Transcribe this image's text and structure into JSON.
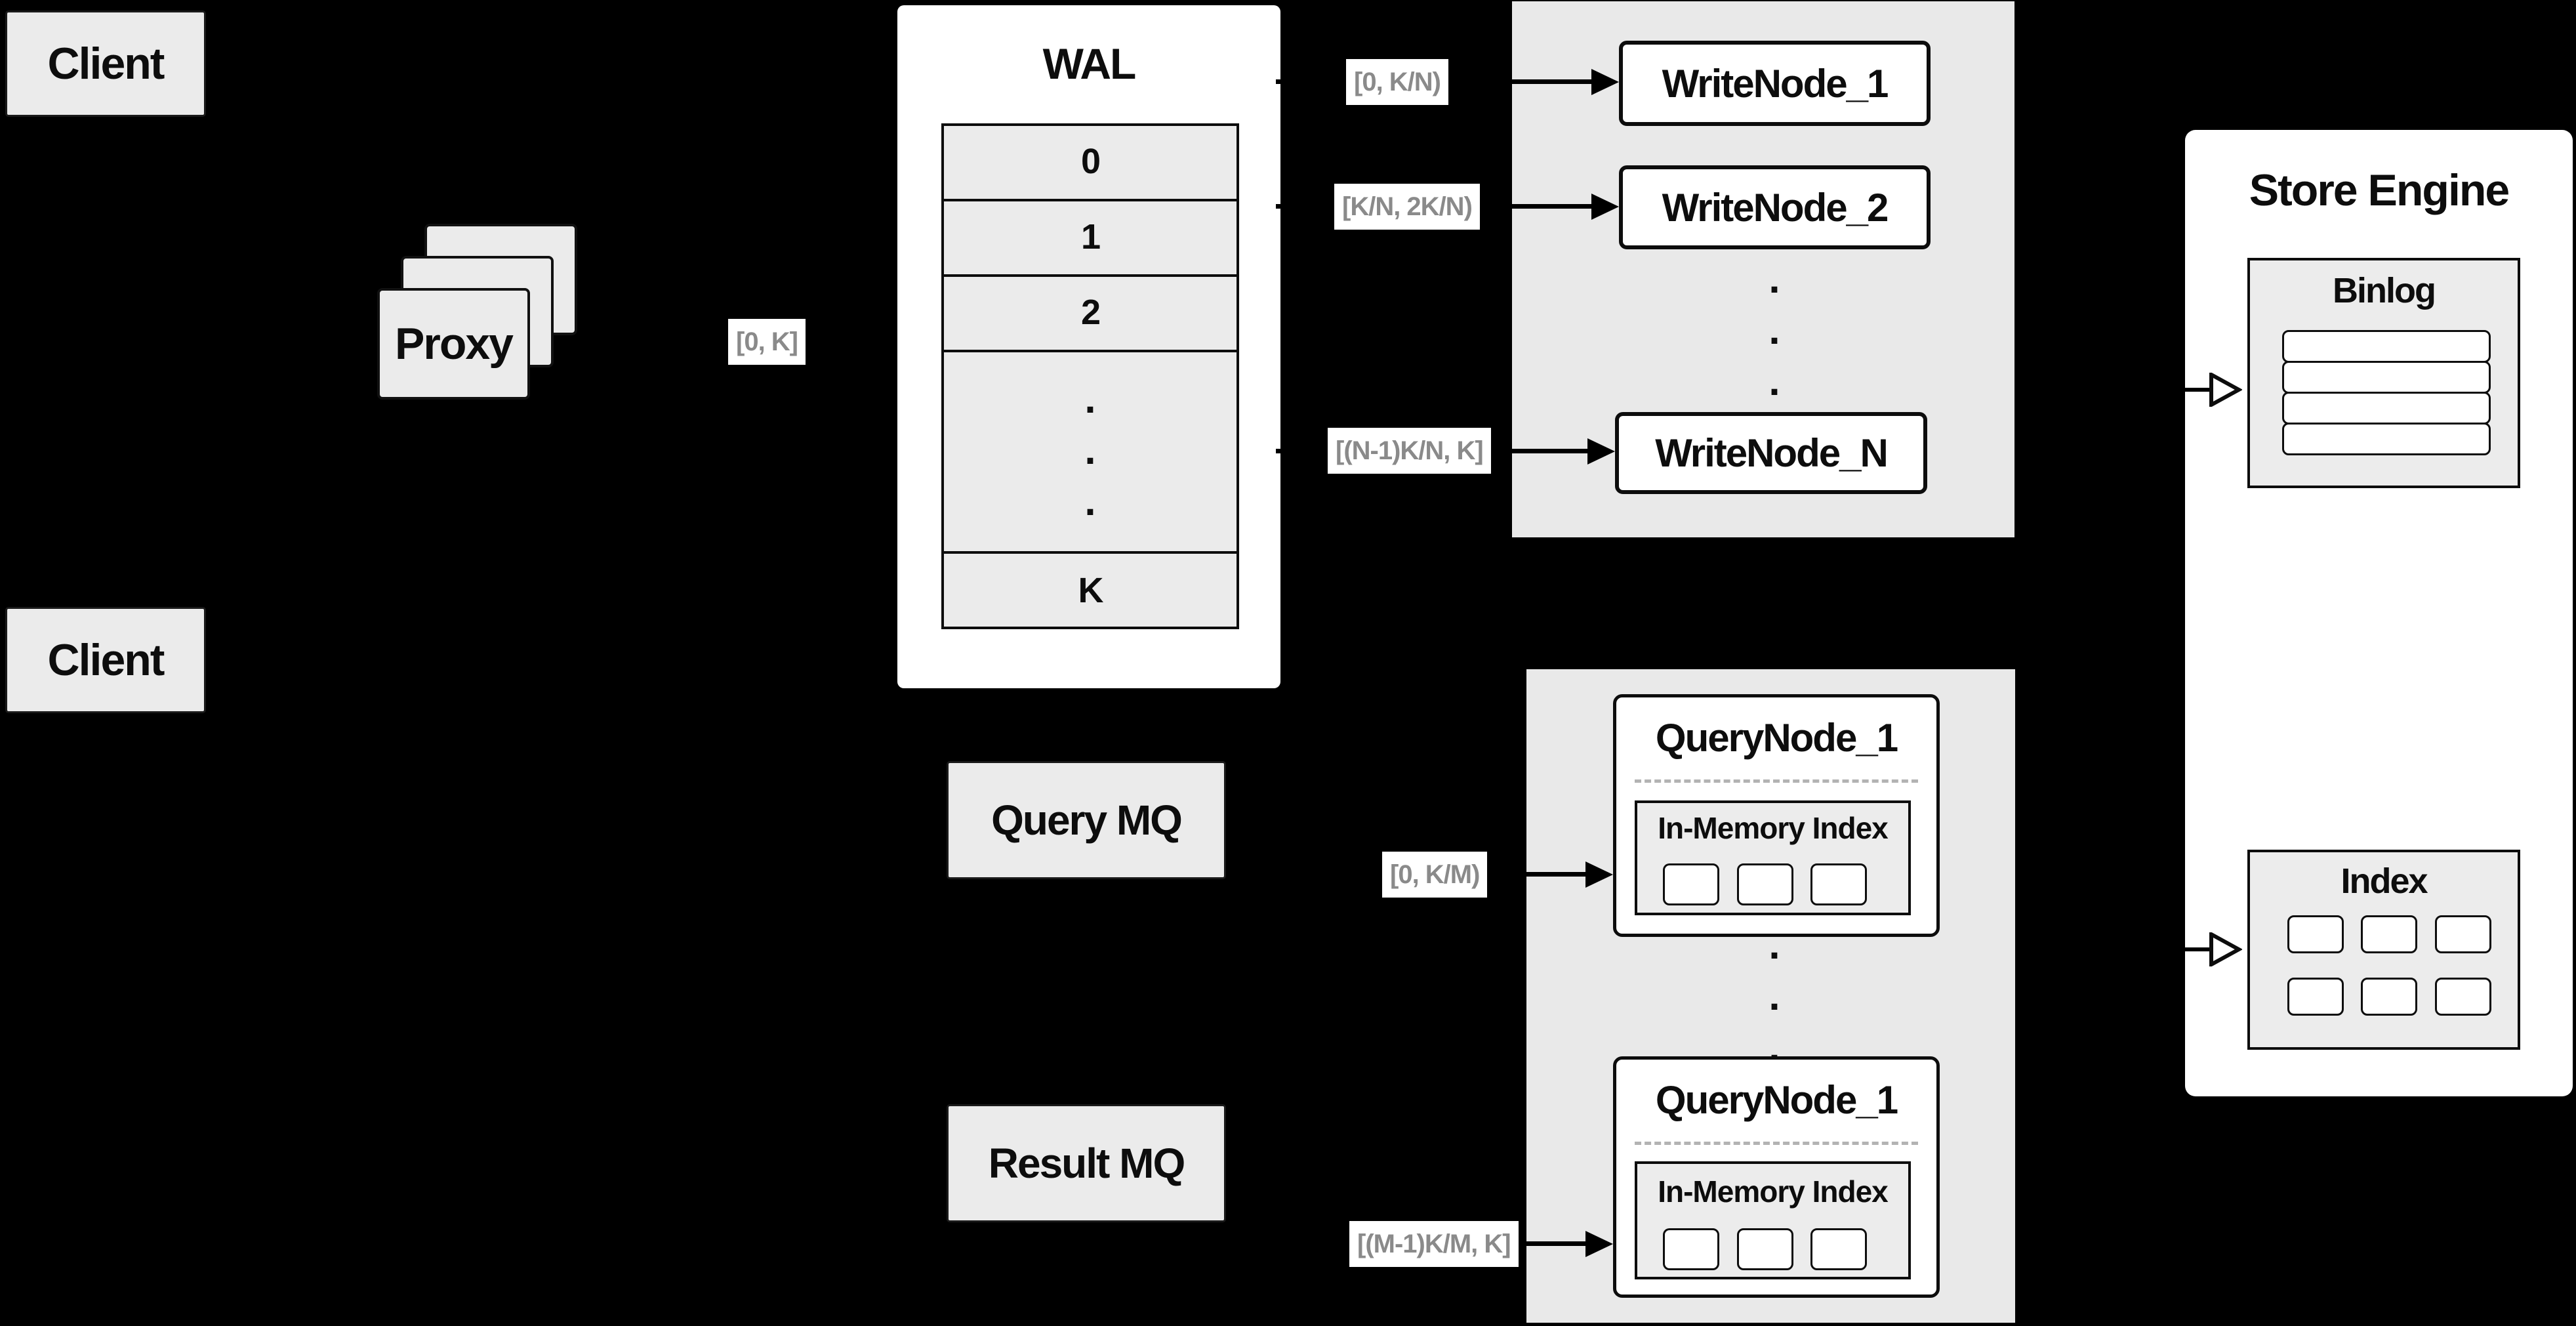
{
  "clients": {
    "top_label": "Client",
    "bottom_label": "Client"
  },
  "proxy": {
    "label": "Proxy",
    "range_label": "[0, K]"
  },
  "wal": {
    "title": "WAL",
    "segments": [
      "0",
      "1",
      "2",
      "K"
    ]
  },
  "write_cluster": {
    "ranges": [
      "[0, K/N)",
      "[K/N, 2K/N)",
      "[(N-1)K/N, K]"
    ],
    "nodes": [
      "WriteNode_1",
      "WriteNode_2",
      "WriteNode_N"
    ]
  },
  "mq": {
    "query_label": "Query MQ",
    "result_label": "Result MQ"
  },
  "query_cluster": {
    "ranges": [
      "[0, K/M)",
      "[(M-1)K/M, K]"
    ],
    "node_top_title": "QueryNode_1",
    "node_bottom_title": "QueryNode_1",
    "inner_title": "In-Memory Index",
    "inner_cell_count": 3
  },
  "store_engine": {
    "title": "Store Engine",
    "binlog_title": "Binlog",
    "binlog_row_count": 4,
    "index_title": "Index",
    "index_cell_count": 6
  },
  "dots_char": ".",
  "colors": {
    "background": "#000000",
    "light_gray_fill": "#ebebeb",
    "panel_gray": "#e9e9e9",
    "inner_gray": "#ececec",
    "white": "#ffffff",
    "border_black": "#0d0d0d",
    "range_text_gray": "#8a8a8a",
    "dash_gray": "#b3b3b3"
  }
}
